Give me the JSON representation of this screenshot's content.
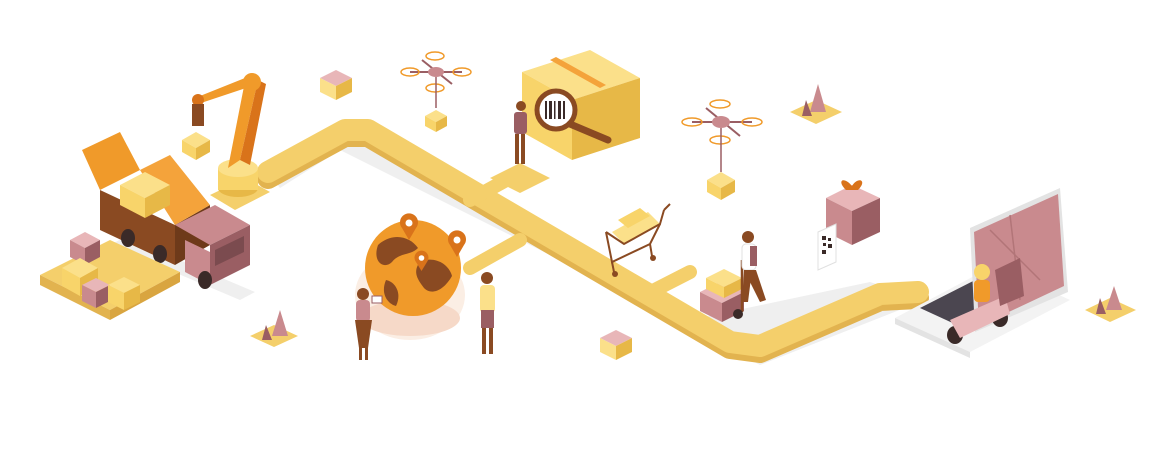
{
  "illustration": {
    "style": "isometric logistics and delivery scene",
    "colors": {
      "path": "#F4CF6B",
      "path_side": "#E2B34F",
      "orange": "#F09A2A",
      "orange_dark": "#D9731A",
      "yellow": "#F8D46A",
      "yellow_dark": "#E7B847",
      "mauve": "#C98A8E",
      "mauve_dark": "#9A5E63",
      "brown": "#8A4A22",
      "shadow": "#EDEDED",
      "white": "#FFFFFF"
    },
    "elements": [
      "robot-arm",
      "delivery-truck",
      "parcel-stack",
      "drone",
      "barcode-box",
      "magnifier-icon",
      "globe",
      "map-pin-icon",
      "shopping-cart",
      "hand-truck",
      "gift-box",
      "qr-code",
      "laptop",
      "scooter-courier",
      "cone-decoration"
    ]
  }
}
